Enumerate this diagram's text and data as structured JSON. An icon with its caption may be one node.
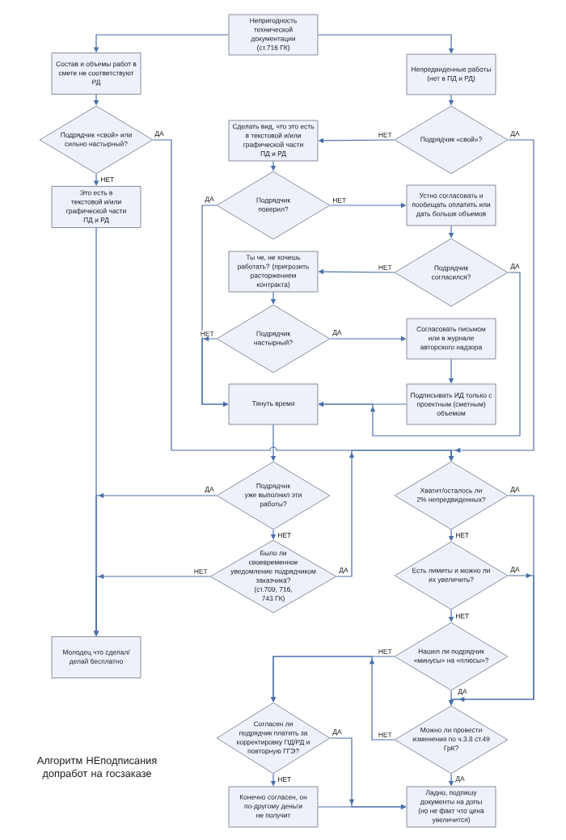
{
  "diagram": {
    "title": "Алгоритм НЕподписания допработ на госзаказе",
    "nodes": [
      {
        "text": [
          "Непригодность технической документации (ст.716 ГК)"
        ]
      },
      {
        "text": [
          "Состав и объемы работ в смете не соответствуют РД"
        ]
      },
      {
        "text": [
          "Непредвиденные работы (нет в ПД и РД)"
        ]
      },
      {
        "text": [
          "Подрядчик «свой» или сильно настырный?"
        ]
      },
      {
        "text": [
          "Подрядчик «свой»?"
        ]
      },
      {
        "text": [
          "Сделать вид, что это есть в текстовой и/или графической части ПД и РД"
        ]
      },
      {
        "text": [
          "Это есть в текстовой и/или графической части ПД и РД"
        ]
      },
      {
        "text": [
          "Подрядчик поверил?"
        ]
      },
      {
        "text": [
          "Устно согласовать и пообещать оплатить или дать больше объемов"
        ]
      },
      {
        "text": [
          "Подрядчик согласился?"
        ]
      },
      {
        "text": [
          "Ты че, не хочешь работать? (пригрозить расторжением контракта)"
        ]
      },
      {
        "text": [
          "Подрядчик настырный?"
        ]
      },
      {
        "text": [
          "Согласовать письмом или в журнале авторского надзора"
        ]
      },
      {
        "text": [
          "Тянуть время"
        ]
      },
      {
        "text": [
          "Подписывать ИД только с проектным (сметным) объемом"
        ]
      },
      {
        "text": [
          "Подрядчик уже выполнил эти работы?"
        ]
      },
      {
        "text": [
          "Хватит/осталось ли 2% непредвиденных?"
        ]
      },
      {
        "text": [
          "Было ли своевременное уведомление подрядчиком заказчика? (ст.709, 716, 743 ГК)"
        ]
      },
      {
        "text": [
          "Есть лимиты и можно ли их увеличить?"
        ]
      },
      {
        "text": [
          "Молодец что сделал/ делай бесплатно"
        ]
      },
      {
        "text": [
          "Нашел ли подрядчик «минусы» на «плюсы»?"
        ]
      },
      {
        "text": [
          "Согласен ли подрядчик платить за корректировку ПД/РД и повторную ГГЭ?"
        ]
      },
      {
        "text": [
          "Можно ли провести изменения по ч.3.8 ст.49 ГрК?"
        ]
      },
      {
        "text": [
          "Конечно согласен, он по-другому деньги не получит"
        ]
      },
      {
        "text": [
          "Ладно, подпишу документы на допы (но не факт что цена увеличится)"
        ]
      }
    ],
    "edges": [
      {
        "from": 0,
        "to": 1,
        "arrow": "to"
      },
      {
        "from": 0,
        "to": 2,
        "arrow": "to"
      },
      {
        "from": 1,
        "to": 3,
        "arrow": "to"
      },
      {
        "from": 2,
        "to": 4,
        "arrow": "to"
      },
      {
        "from": 3,
        "to": 6,
        "arrow": "to",
        "label": "НЕТ"
      },
      {
        "from": 3,
        "to": 16,
        "arrow": "to",
        "label": "ДА"
      },
      {
        "from": 4,
        "to": 5,
        "arrow": "to",
        "label": "НЕТ"
      },
      {
        "from": 4,
        "to": 16,
        "arrow": "to",
        "label": "ДА"
      },
      {
        "from": 5,
        "to": 7,
        "arrow": "to"
      },
      {
        "from": 7,
        "to": 13,
        "arrow": "to",
        "label": "ДА"
      },
      {
        "from": 7,
        "to": 8,
        "arrow": "to",
        "label": "НЕТ"
      },
      {
        "from": 8,
        "to": 9,
        "arrow": "to"
      },
      {
        "from": 9,
        "to": 10,
        "arrow": "to",
        "label": "НЕТ"
      },
      {
        "from": 9,
        "to": 13,
        "arrow": "to",
        "label": "ДА"
      },
      {
        "from": 10,
        "to": 11,
        "arrow": "to"
      },
      {
        "from": 11,
        "to": 13,
        "arrow": "to",
        "label": "НЕТ"
      },
      {
        "from": 11,
        "to": 12,
        "arrow": "to",
        "label": "ДА"
      },
      {
        "from": 12,
        "to": 14,
        "arrow": "to"
      },
      {
        "from": 14,
        "to": 13,
        "arrow": "to"
      },
      {
        "from": 13,
        "to": 15,
        "arrow": "to"
      },
      {
        "from": 6,
        "to": 19,
        "arrow": "to"
      },
      {
        "from": 15,
        "to": 19,
        "arrow": "to",
        "label": "ДА"
      },
      {
        "from": 15,
        "to": 17,
        "arrow": "to",
        "label": "НЕТ"
      },
      {
        "from": 17,
        "to": 19,
        "arrow": "to",
        "label": "НЕТ"
      },
      {
        "from": 17,
        "to": 16,
        "arrow": "to",
        "label": "ДА"
      },
      {
        "from": 16,
        "to": 18,
        "arrow": "to",
        "label": "НЕТ"
      },
      {
        "from": 16,
        "to": 22,
        "arrow": "to",
        "label": "ДА"
      },
      {
        "from": 18,
        "to": 22,
        "arrow": "to",
        "label": "ДА"
      },
      {
        "from": 18,
        "to": 20,
        "arrow": "to",
        "label": "НЕТ"
      },
      {
        "from": 20,
        "to": 21,
        "arrow": "to",
        "label": "НЕТ"
      },
      {
        "from": 20,
        "to": 22,
        "arrow": "to",
        "label": "ДА"
      },
      {
        "from": 22,
        "to": 21,
        "arrow": "to",
        "label": "НЕТ"
      },
      {
        "from": 22,
        "to": 24,
        "arrow": "to",
        "label": "ДА"
      },
      {
        "from": 21,
        "to": 23,
        "arrow": "to",
        "label": "НЕТ"
      },
      {
        "from": 21,
        "to": 24,
        "arrow": "to",
        "label": "ДА"
      },
      {
        "from": 23,
        "to": 24,
        "arrow": "to"
      }
    ]
  }
}
